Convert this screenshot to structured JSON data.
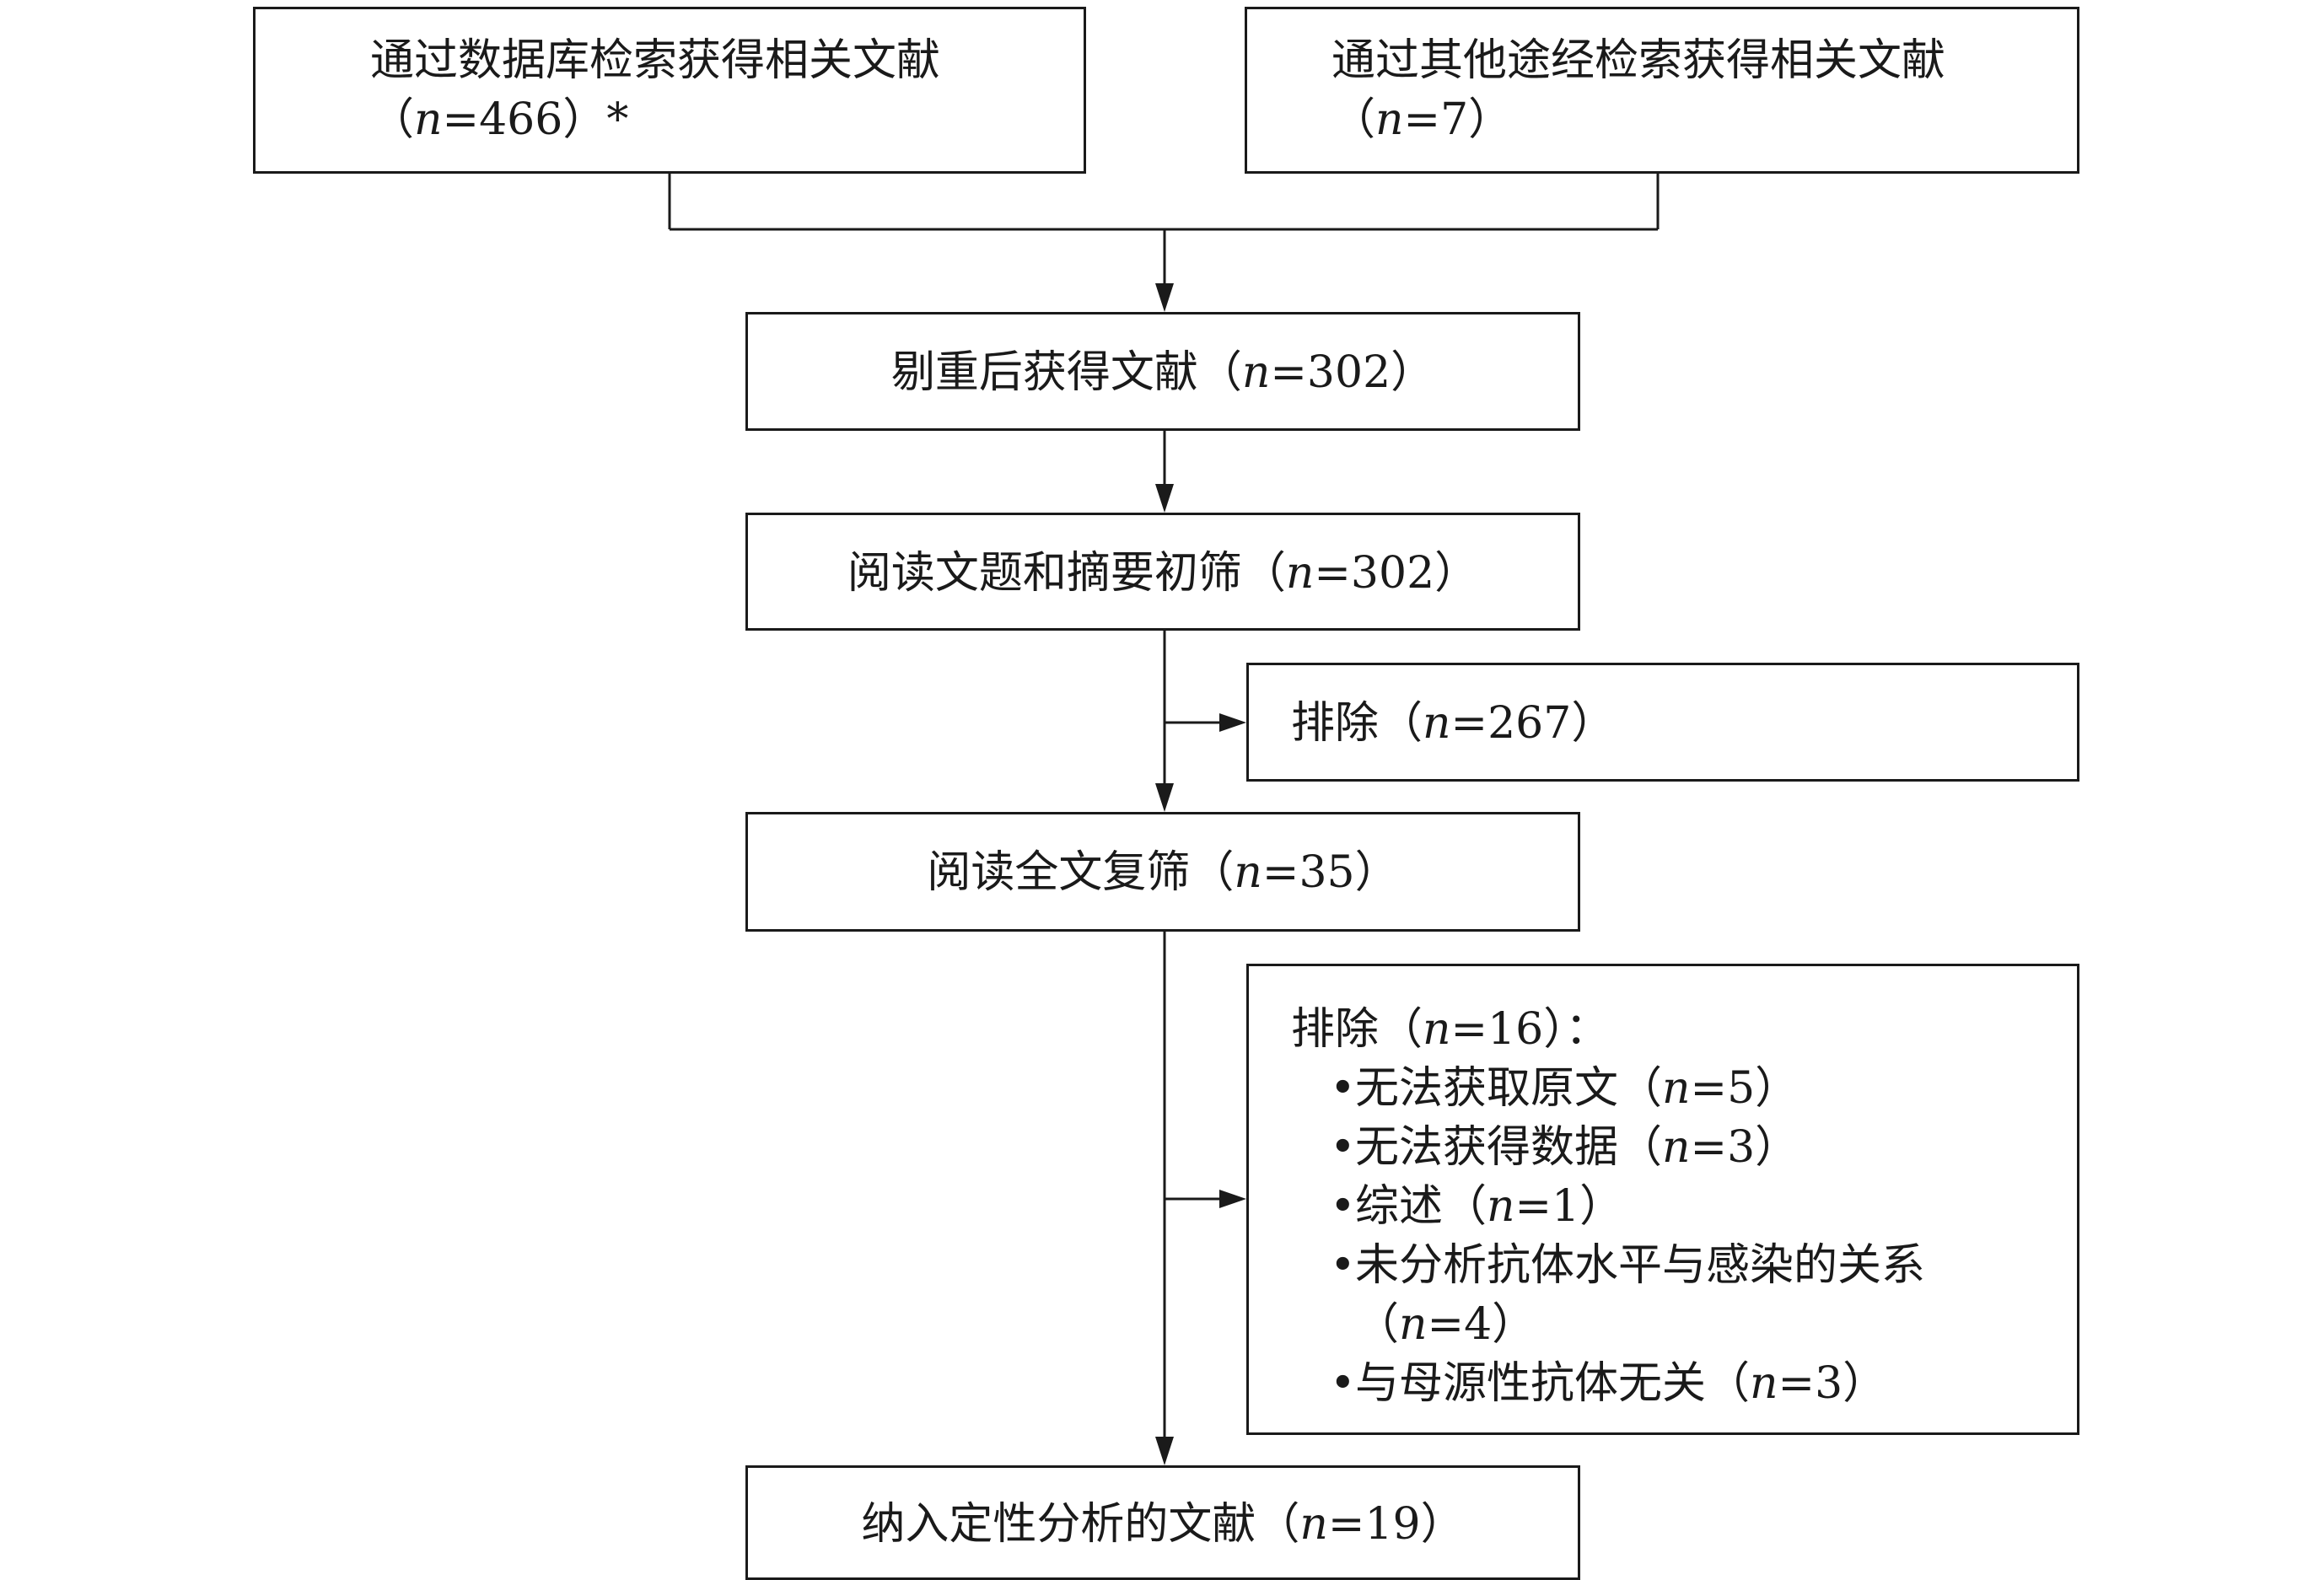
{
  "boxes": {
    "database_search": {
      "label": "通过数据库检索获得相关文献",
      "count_prefix": "（",
      "n": "n",
      "count": "=466）*"
    },
    "other_search": {
      "label": "通过其他途经检索获得相关文献",
      "count_prefix": "（",
      "n": "n",
      "count": "=7）"
    },
    "dedup": {
      "label": "剔重后获得文献（",
      "n": "n",
      "count": "=302）"
    },
    "title_abstract": {
      "label": "阅读文题和摘要初筛（",
      "n": "n",
      "count": "=302）"
    },
    "exclude_first": {
      "label": "排除（",
      "n": "n",
      "count": "=267）"
    },
    "fulltext": {
      "label": "阅读全文复筛（",
      "n": "n",
      "count": "=35）"
    },
    "exclude_second": {
      "label": "排除（",
      "n": "n",
      "count": "=16）：",
      "items": [
        {
          "bullet": "•",
          "label": "无法获取原文（",
          "n": "n",
          "count": "=5）"
        },
        {
          "bullet": "•",
          "label": "无法获得数据（",
          "n": "n",
          "count": "=3）"
        },
        {
          "bullet": "•",
          "label": "综述（",
          "n": "n",
          "count": "=1）"
        },
        {
          "bullet": "•",
          "label": "未分析抗体水平与感染的关系",
          "line2_prefix": "（",
          "n": "n",
          "count": "=4）"
        },
        {
          "bullet": "•",
          "label": "与母源性抗体无关（",
          "n": "n",
          "count": "=3）"
        }
      ]
    },
    "included": {
      "label": "纳入定性分析的文献（",
      "n": "n",
      "count": "=19）"
    }
  }
}
